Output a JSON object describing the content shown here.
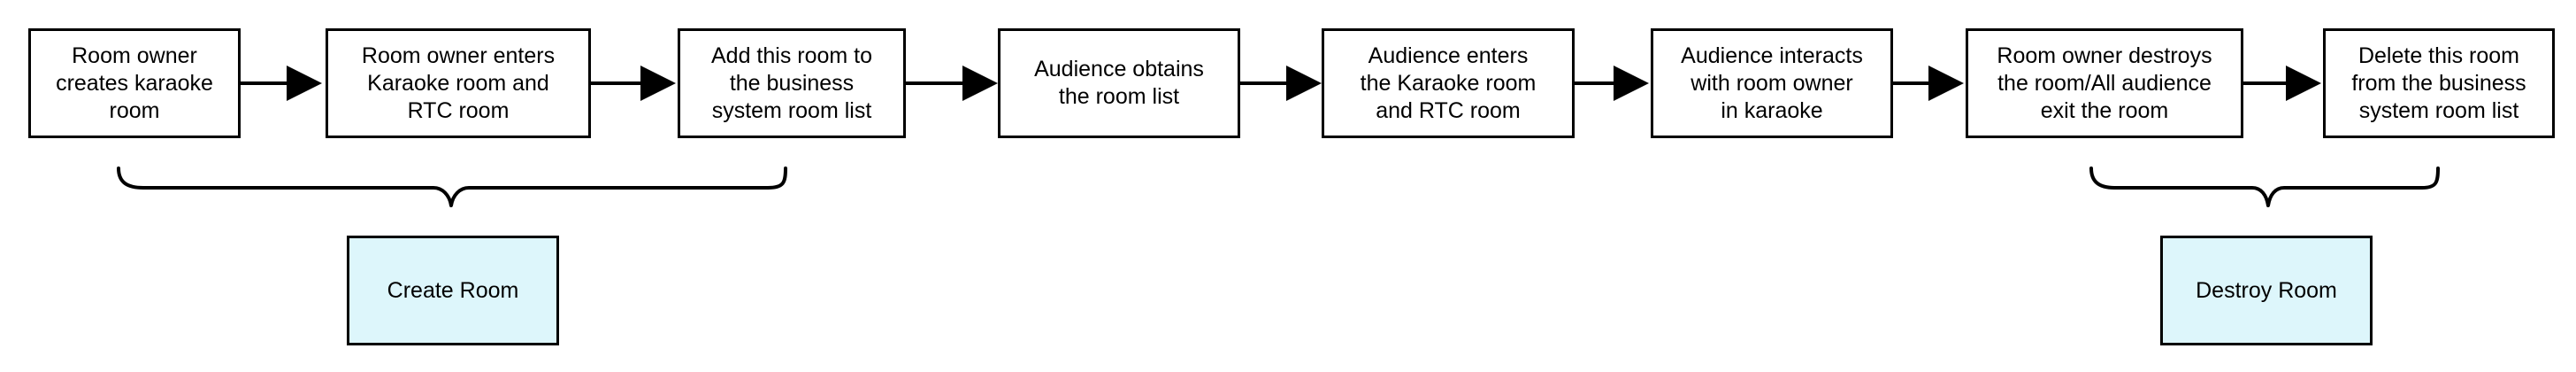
{
  "diagram": {
    "steps": [
      {
        "id": "s1",
        "label": "Room owner\ncreates karaoke\nroom"
      },
      {
        "id": "s2",
        "label": "Room owner enters\nKaraoke room and\nRTC room"
      },
      {
        "id": "s3",
        "label": "Add this room to\nthe business\nsystem room list"
      },
      {
        "id": "s4",
        "label": "Audience obtains\nthe room list"
      },
      {
        "id": "s5",
        "label": "Audience enters\nthe Karaoke room\nand RTC room"
      },
      {
        "id": "s6",
        "label": "Audience interacts\nwith room owner\nin karaoke"
      },
      {
        "id": "s7",
        "label": "Room owner destroys\nthe room/All audience\nexit the room"
      },
      {
        "id": "s8",
        "label": "Delete this room\nfrom the business\nsystem room list"
      }
    ],
    "groups": [
      {
        "id": "g1",
        "label": "Create Room",
        "from": "s1",
        "to": "s3"
      },
      {
        "id": "g2",
        "label": "Destroy Room",
        "from": "s7",
        "to": "s8"
      }
    ],
    "colors": {
      "stroke": "#000000",
      "node_fill": "#ffffff",
      "group_fill": "#ddf6fb"
    }
  }
}
